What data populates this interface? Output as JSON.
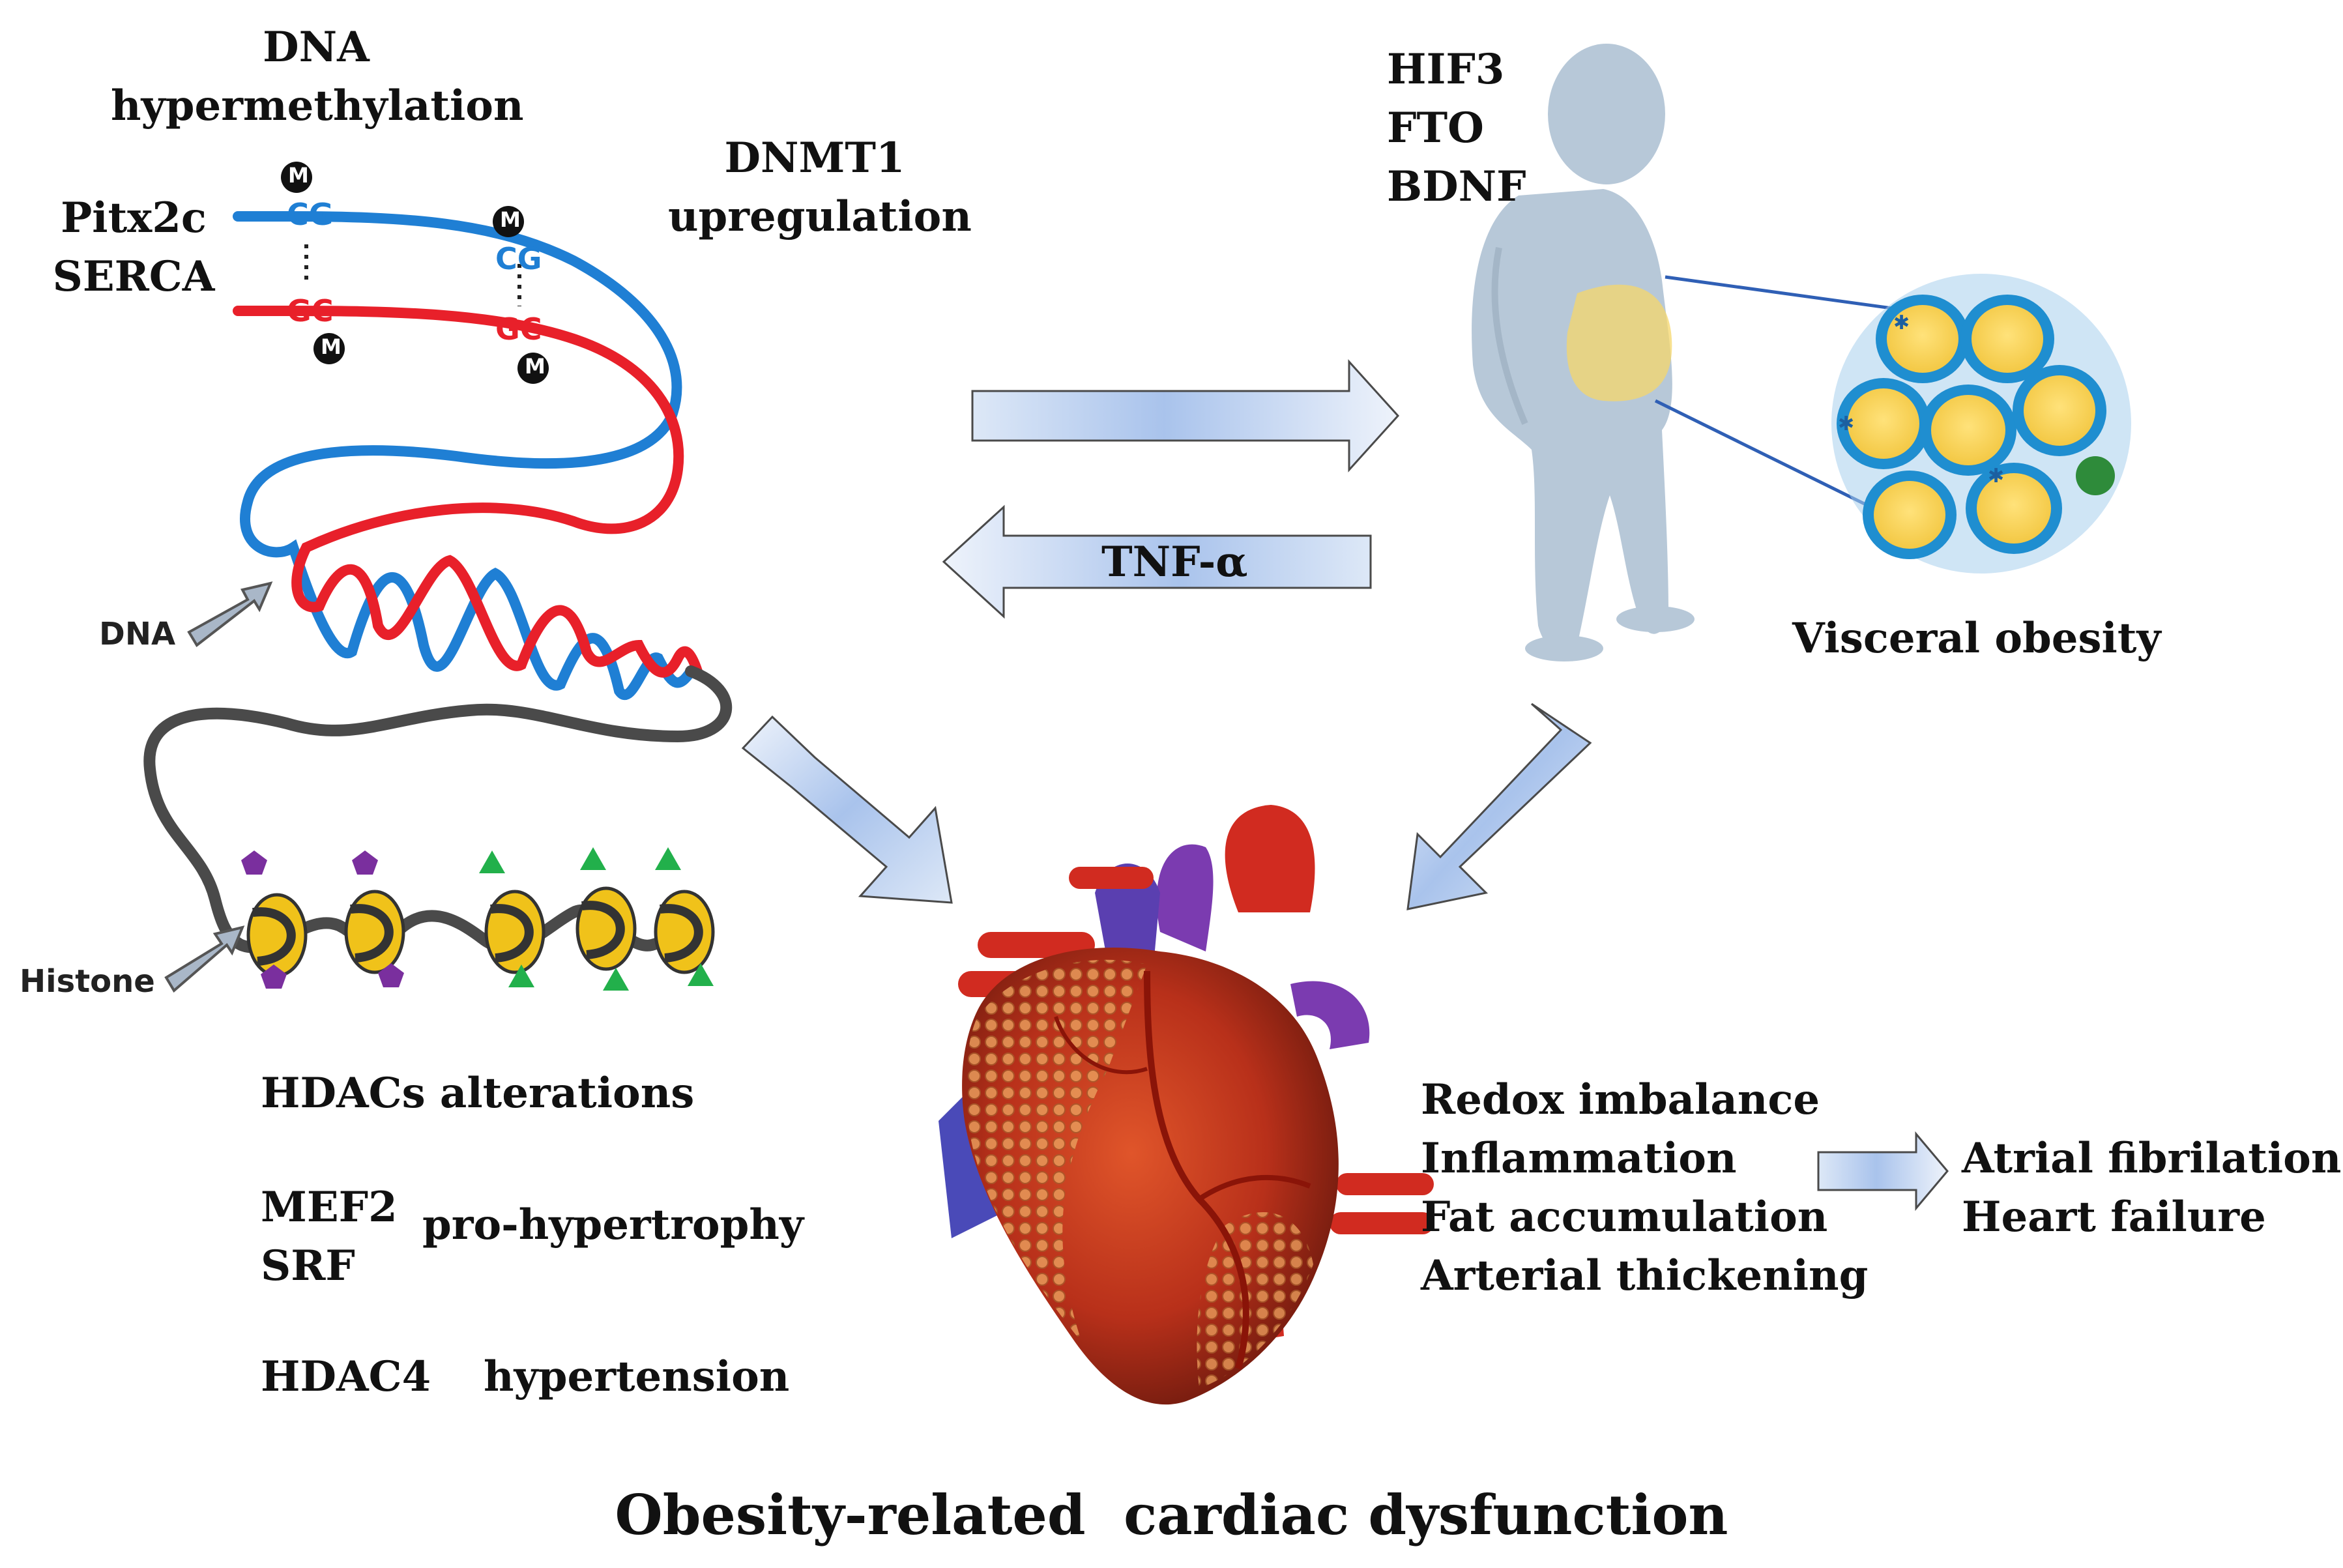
{
  "epigenetics": {
    "dna_title_line1": "DNA",
    "dna_title_line2": "hypermethylation",
    "gene_line1": "Pitx2c",
    "gene_line2": "SERCA",
    "dnmt_line1": "DNMT1",
    "dnmt_line2": "upregulation",
    "methyl_mark": "M",
    "base_cg": "CG",
    "base_gc": "GC",
    "dna_label": "DNA",
    "histone_label": "Histone"
  },
  "obesity": {
    "genes": [
      "HIF3",
      "FTO",
      "BDNF"
    ],
    "visceral_label": "Visceral obesity"
  },
  "arrows": {
    "tnf_label": "TNF-α"
  },
  "hdac": {
    "alterations": "HDACs alterations",
    "mef2": "MEF2",
    "srf": "SRF",
    "pro_hypertrophy": "pro-hypertrophy",
    "hdac4": "HDAC4",
    "hypertension": "hypertension"
  },
  "effects": {
    "items": [
      "Redox imbalance",
      "Inflammation",
      "Fat accumulation",
      "Arterial thickening"
    ],
    "outcomes": [
      "Atrial fibrilation",
      "Heart failure"
    ]
  },
  "footer": {
    "title": "Obesity-related  cardiac dysfunction"
  },
  "colors": {
    "dna_blue": "#1f7fd4",
    "dna_red": "#e8202a",
    "arrow_fill": "#c9d9f2",
    "histone_gold": "#f0c21a",
    "acetyl_green": "#22b04b",
    "methyl_purple": "#7a2f9e",
    "silhouette": "#b7c8d8",
    "fat_yellow": "#f5d76b",
    "heart_red": "#c8321a"
  }
}
